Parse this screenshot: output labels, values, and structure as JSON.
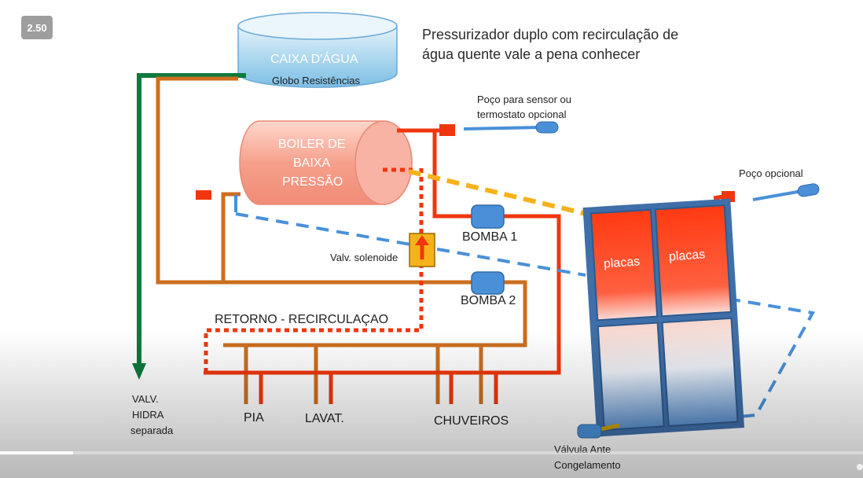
{
  "player": {
    "speed_badge": "2.50",
    "progress": 0.085
  },
  "diagram": {
    "title_line1": "Pressurizador duplo com recirculação de",
    "title_line2": "água quente vale a pena conhecer",
    "tank_title": "CAIXA D'ÁGUA",
    "tank_subtitle": "Globo Resistências",
    "boiler_line1": "BOILER DE",
    "boiler_line2": "BAIXA",
    "boiler_line3": "PRESSÃO",
    "sensor_well_line1": "Poço para sensor ou",
    "sensor_well_line2": "termostato opcional",
    "optional_well": "Poço opcional",
    "pump1": "BOMBA 1",
    "pump2": "BOMBA 2",
    "solenoid_valve": "Valv. solenoide",
    "return_line": "RETORNO - RECIRCULAÇAO",
    "panel1": "placas",
    "panel2": "placas",
    "hydra_line1": "VALV.",
    "hydra_line2": "HIDRA",
    "hydra_line3": "separada",
    "sink": "PIA",
    "washbasin": "LAVAT.",
    "showers": "CHUVEIROS",
    "antifreeze_line1": "Válvula Ante",
    "antifreeze_line2": "Congelamento"
  },
  "colors": {
    "cold_pipe": "#cc6f1e",
    "hot_pipe": "#f0360c",
    "hydra_pipe": "#0d7a3d",
    "collector_return": "#4a90d9",
    "collector_hot": "#f6b21b",
    "frame": "#3f6fa8"
  }
}
